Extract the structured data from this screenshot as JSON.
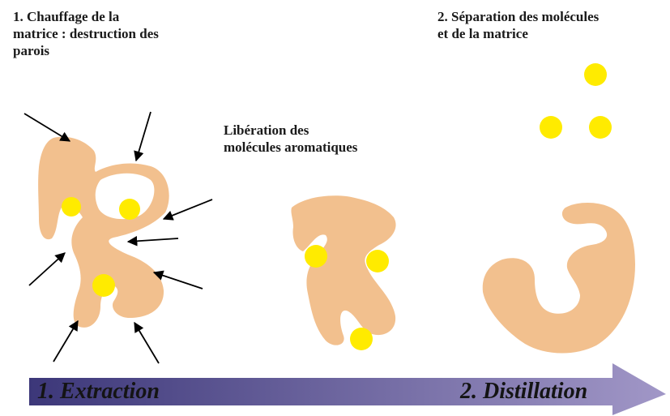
{
  "labels": {
    "step1": [
      "1. Chauffage  de la",
      "matrice : destruction des",
      "parois"
    ],
    "liberation": [
      "Libération des",
      "molécules aromatiques"
    ],
    "step2": [
      "2. Séparation des molécules",
      "et de la matrice"
    ]
  },
  "process_arrow": {
    "extraction": "1. Extraction",
    "distillation": "2. Distillation"
  },
  "colors": {
    "matrix": "#F2C08E",
    "molecule": "#FFEB00",
    "arrow_gradient_start": "#3C3779",
    "arrow_gradient_end": "#A197C7",
    "pointer": "#000000"
  },
  "icons": {
    "matrix": "matrix-blob",
    "molecule": "molecule-dot",
    "heat": "heat-arrow"
  }
}
